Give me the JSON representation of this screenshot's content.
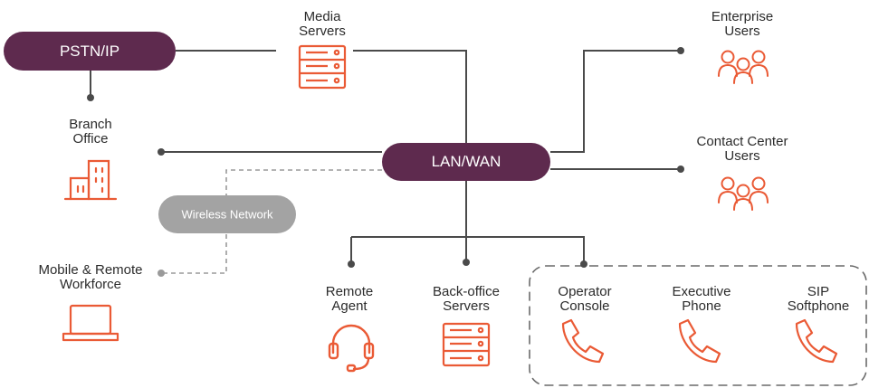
{
  "hubs": {
    "pstn": "PSTN/IP",
    "lan": "LAN/WAN",
    "wireless": "Wireless Network"
  },
  "nodes": {
    "media_servers": "Media\nServers",
    "branch_office": "Branch\nOffice",
    "mobile_remote": "Mobile & Remote\nWorkforce",
    "enterprise_users": "Enterprise\nUsers",
    "contact_center_users": "Contact Center\nUsers",
    "remote_agent": "Remote\nAgent",
    "back_office_servers": "Back-office\nServers",
    "operator_console": "Operator\nConsole",
    "executive_phone": "Executive\nPhone",
    "sip_softphone": "SIP\nSoftphone"
  },
  "colors": {
    "hub": "#5e2a4e",
    "wireless": "#a3a3a3",
    "icon": "#ea5a35",
    "line": "#4a4a4a",
    "dashed": "#9a9a9a"
  }
}
